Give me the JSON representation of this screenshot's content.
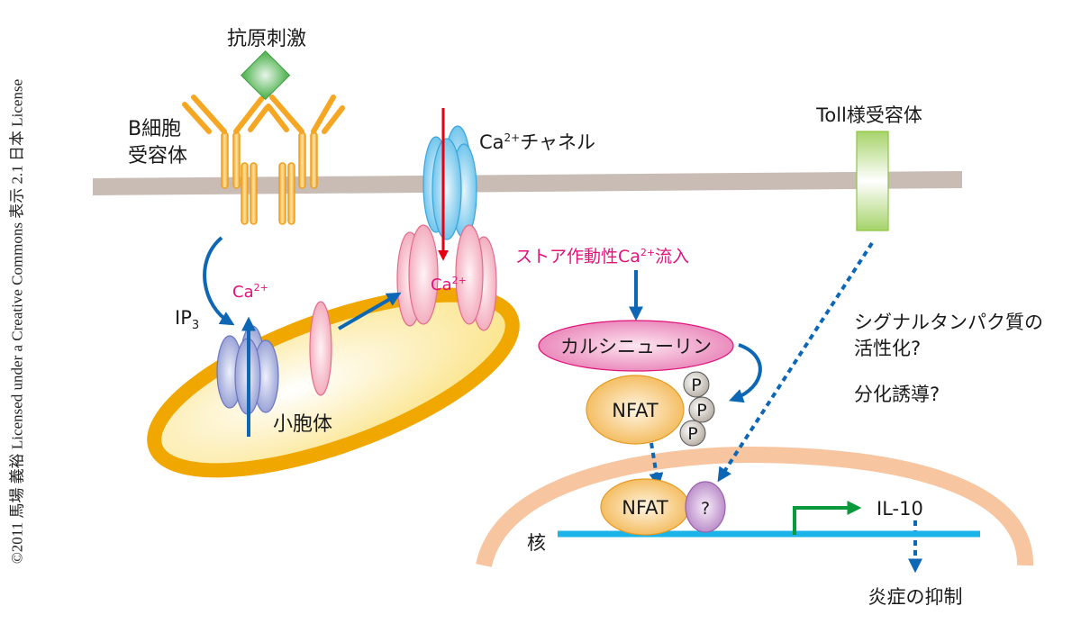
{
  "credit": "©2011 馬場 義裕 Licensed under a Creative Commons 表示 2.1 日本 License",
  "labels": {
    "antigen": "抗原刺激",
    "bcr_line1": "B細胞",
    "bcr_line2": "受容体",
    "ca_channel_prefix": "Ca",
    "ca_channel_sup": "2+",
    "ca_channel_suffix": "チャネル",
    "tlr": "Toll様受容体",
    "soce_prefix": "ストア作動性Ca",
    "soce_sup": "2+",
    "soce_suffix": "流入",
    "ip3": "IP",
    "ip3_sub": "3",
    "ca_left": "Ca",
    "ca_left_sup": "2+",
    "ca_right": "Ca",
    "ca_right_sup": "2+",
    "er": "小胞体",
    "calcineurin": "カルシニューリン",
    "nfat_cyto": "NFAT",
    "phospho": "P",
    "nfat_nuc": "NFAT",
    "unknown": "?",
    "signal_line1": "シグナルタンパク質の",
    "signal_line2": "活性化?",
    "differentiation": "分化誘導?",
    "nucleus": "核",
    "il10": "IL-10",
    "inflammation": "炎症の抑制"
  },
  "colors": {
    "membrane": "#c8bcb4",
    "bcr": "#f5a623",
    "antigen": "#4caf50",
    "ca_channel": "#6ec6f0",
    "orai": "#f4a6b8",
    "ip3r": "#8c96d2",
    "er_rim": "#f0a800",
    "arrow_blue": "#0d67b5",
    "arrow_red": "#e60012",
    "nuclear_env": "#f7c59f",
    "dna": "#1ab4e8",
    "promoter": "#0a9a3c",
    "tlr": "#a6d36a",
    "calcineurin": "#e97ab4",
    "nfat": "#f2b34a",
    "unknown": "#b07cc0",
    "pink_text": "#e0137a"
  }
}
